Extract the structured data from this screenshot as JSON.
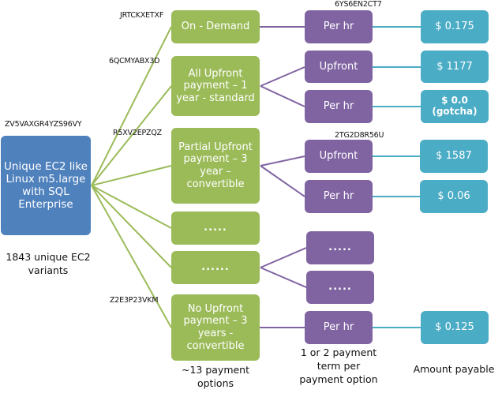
{
  "colors": {
    "root": "#4f81bd",
    "option": "#9bbb59",
    "term": "#8064a2",
    "amount": "#4bacc6"
  },
  "root": {
    "code": "ZV5VAXGR4YZS96VY",
    "label": "Unique EC2 like Linux m5.large with SQL Enterprise",
    "caption": "1843 unique EC2 variants"
  },
  "options": [
    {
      "code": "JRTCKXETXF",
      "label": "On - Demand"
    },
    {
      "code": "6QCMYABX3D",
      "label": "All Upfront payment – 1 year - standard"
    },
    {
      "code": "R5XV2EPZQZ",
      "label": "Partial Upfront payment – 3 year – convertible"
    },
    {
      "code": "",
      "label": "....."
    },
    {
      "code": "",
      "label": "......"
    },
    {
      "code": "Z2E3P23VKM",
      "label": "No Upfront payment – 3 years - convertible"
    }
  ],
  "terms": [
    {
      "code": "6YS6EN2CT7",
      "label": "Per hr"
    },
    {
      "code": "",
      "label": "Upfront"
    },
    {
      "code": "",
      "label": "Per hr"
    },
    {
      "code": "2TG2D8R56U",
      "label": "Upfront"
    },
    {
      "code": "",
      "label": "Per hr"
    },
    {
      "code": "",
      "label": "....."
    },
    {
      "code": "",
      "label": "....."
    },
    {
      "code": "",
      "label": "Per hr"
    }
  ],
  "amounts": [
    {
      "label": "$ 0.175"
    },
    {
      "label": "$ 1177"
    },
    {
      "label": "$ 0.0",
      "note": "(gotcha)"
    },
    {
      "label": "$ 1587"
    },
    {
      "label": "$ 0.06"
    },
    {
      "label": "$ 0.125"
    }
  ],
  "captions": {
    "options": "~13 payment options",
    "terms": "1 or 2 payment term per payment option",
    "amounts": "Amount payable"
  }
}
